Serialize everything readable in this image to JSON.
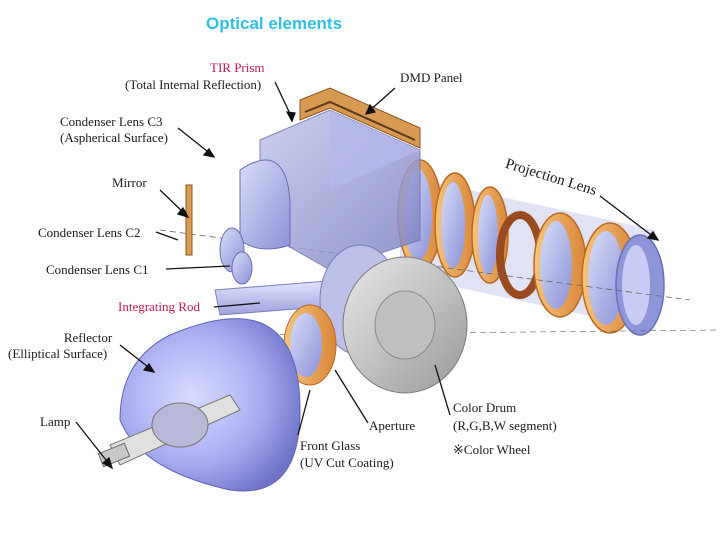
{
  "title": "Optical elements",
  "labels": {
    "tir_prism": "TIR Prism",
    "tir_prism_sub": "(Total Internal Reflection)",
    "dmd_panel": "DMD Panel",
    "condenser_c3": "Condenser Lens C3",
    "condenser_c3_sub": "(Aspherical Surface)",
    "projection_lens": "Projection Lens",
    "mirror": "Mirror",
    "condenser_c2": "Condenser Lens C2",
    "condenser_c1": "Condenser Lens C1",
    "integrating_rod": "Integrating Rod",
    "reflector": "Reflector",
    "reflector_sub": "(Elliptical Surface)",
    "lamp": "Lamp",
    "aperture": "Aperture",
    "front_glass": "Front Glass",
    "front_glass_sub": "(UV Cut Coating)",
    "color_drum": "Color Drum",
    "color_drum_sub": "(R,G,B,W segment)",
    "color_wheel": "※Color Wheel"
  },
  "colors": {
    "title": "#2ec0e8",
    "highlight_label": "#cc1a4a",
    "lens_orange": "#e8a04a",
    "glass_blue": "#9aa6e8"
  }
}
